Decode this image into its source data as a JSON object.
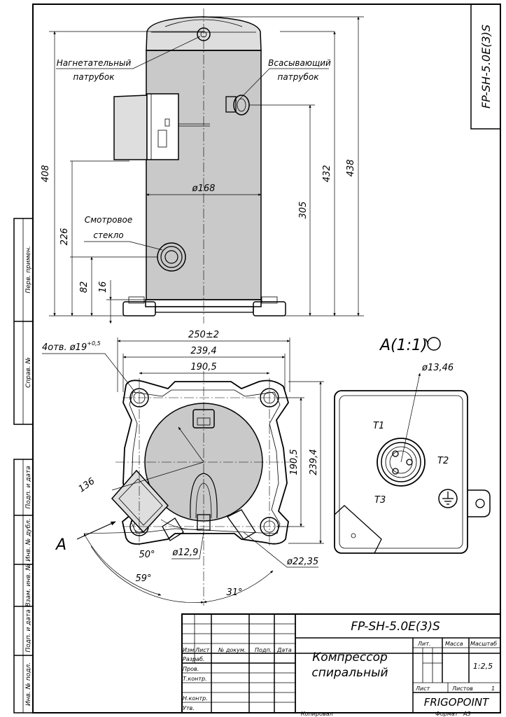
{
  "side_view": {
    "label_discharge": [
      "Нагнетательный",
      "патрубок"
    ],
    "label_suction": [
      "Всасывающий",
      "патрубок"
    ],
    "label_sight": [
      "Смотровое",
      "стекло"
    ],
    "dims": {
      "overall_left": "408",
      "overall_right": "438",
      "suction_height": "432",
      "sight_height": "226",
      "shell_dia": "ø168",
      "h305": "305",
      "h82": "82",
      "h16": "16"
    }
  },
  "top_view": {
    "holes": "4отв. ø19",
    "holes_tol": "+0,5",
    "w250": "250±2",
    "w239": "239,4",
    "w190": "190,5",
    "v190": "190,5",
    "v239": "239,4",
    "d136": "136",
    "a50": "50°",
    "a59": "59°",
    "a31": "31°",
    "d12": "ø12,9",
    "d22": "ø22,35",
    "view_mark": "A"
  },
  "detail_view": {
    "title": "A(1:1)",
    "dia": "ø13,46",
    "t1": "T1",
    "t2": "T2",
    "t3": "T3"
  },
  "side_stamps": [
    "Перв. примен.",
    "Справ. №",
    "Подп. и дата",
    "Инв. № дубл.",
    "Взам. инв. №",
    "Подп. и дата",
    "Инв. № подл."
  ],
  "title_block": {
    "top_code": "FP-SH-5.0E(3)S",
    "corner_code": "FP-SH-5.0E(3)S",
    "name_line1": "Компрессор",
    "name_line2": "спиральный",
    "hdr_izm": "Изм.",
    "hdr_list": "Лист",
    "hdr_doc": "№ докум.",
    "hdr_podp": "Подп.",
    "hdr_data": "Дата",
    "row_razrab": "Разраб.",
    "row_prov": "Пров.",
    "row_tkontr": "Т.контр.",
    "row_nkontr": "Н.контр.",
    "row_utv": "Утв.",
    "lit": "Лит.",
    "massa": "Масса",
    "masshtab": "Масштаб",
    "scale": "1:2,5",
    "list": "Лист",
    "listov": "Листов",
    "listov_val": "1",
    "company": "FRIGOPOINT",
    "kopiroval": "Копировал",
    "format": "Формат",
    "format_val": "А3"
  }
}
